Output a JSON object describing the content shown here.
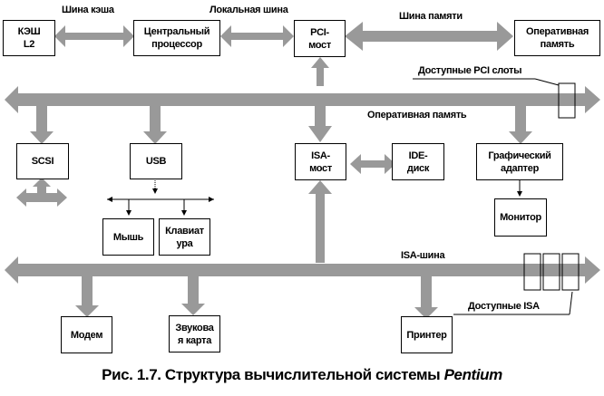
{
  "diagram": {
    "title": "Рис. 1.7. Структура вычислительной системы",
    "title_italic": "Pentium",
    "colors": {
      "bus": "#999999",
      "box_border": "#000000",
      "text": "#000000",
      "background": "#ffffff"
    },
    "blocks": {
      "cache_l2": "КЭШ\nL2",
      "cpu": "Центральный процессор",
      "pci_bridge": "PCI-\nмост",
      "ram": "Оперативная память",
      "scsi": "SCSI",
      "usb": "USB",
      "isa_bridge": "ISA-\nмост",
      "ide_disk": "IDE-\nдиск",
      "graphics_adapter": "Графический адаптер",
      "monitor": "Монитор",
      "mouse": "Мышь",
      "keyboard": "Клавиат\nура",
      "modem": "Модем",
      "sound_card": "Звукова\nя карта",
      "printer": "Принтер"
    },
    "labels": {
      "cache_bus": "Шина кэша",
      "local_bus": "Локальная шина",
      "memory_bus": "Шина памяти",
      "pci_slots": "Доступные PCI слоты",
      "pci_bus_label": "Оперативная память",
      "isa_bus": "ISA-шина",
      "isa_slots": "Доступные ISA"
    }
  }
}
